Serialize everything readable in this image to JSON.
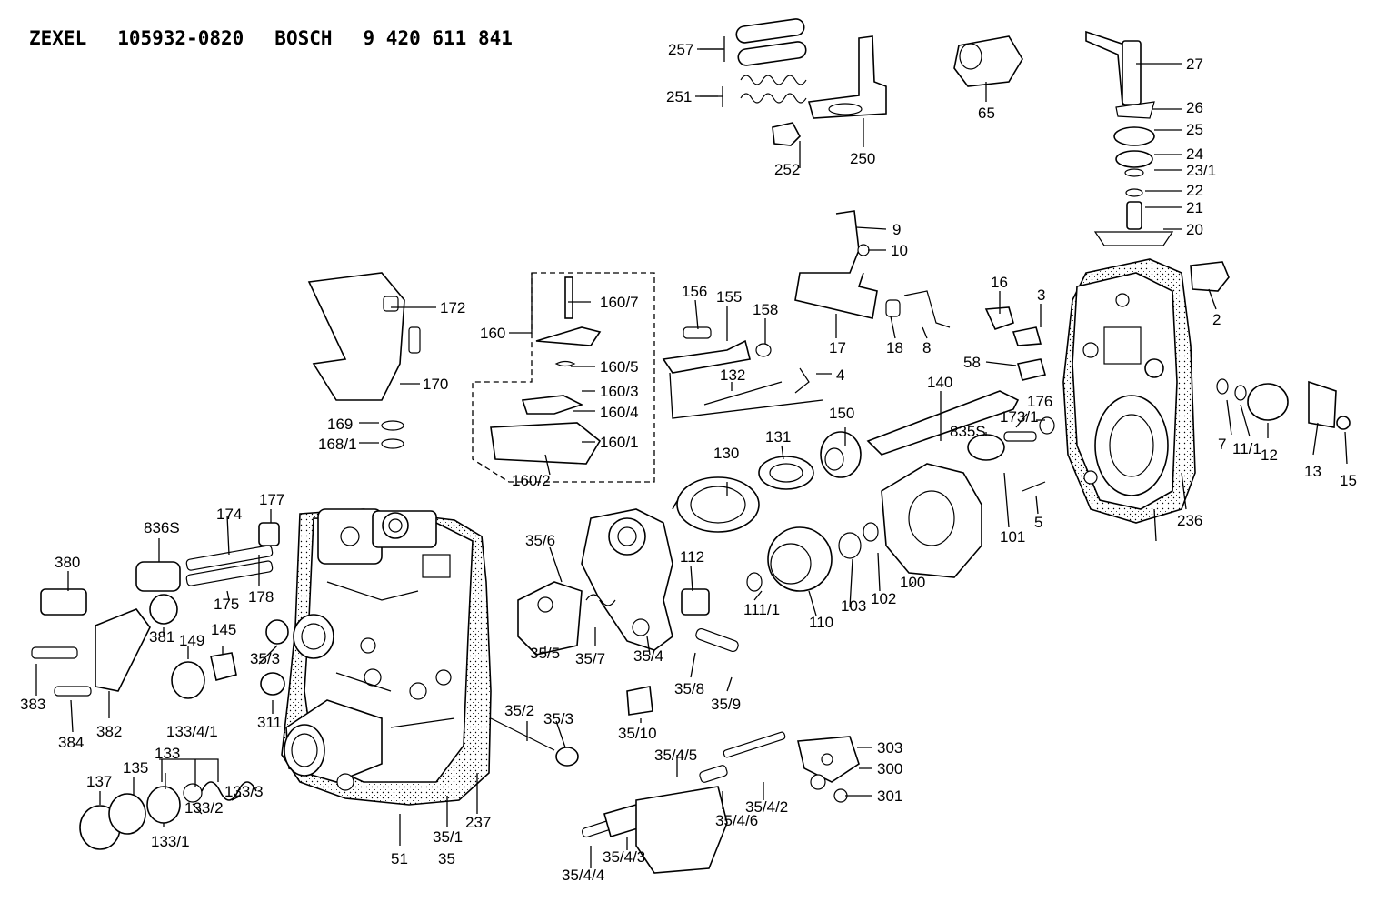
{
  "header": {
    "brand1": "ZEXEL",
    "number1": "105932-0820",
    "brand2": "BOSCH",
    "number2": "9 420 611 841"
  },
  "labels": [
    {
      "id": "l257",
      "text": "257"
    },
    {
      "id": "l251",
      "text": "251"
    },
    {
      "id": "l252",
      "text": "252"
    },
    {
      "id": "l250",
      "text": "250"
    },
    {
      "id": "l65",
      "text": "65"
    },
    {
      "id": "l27",
      "text": "27"
    },
    {
      "id": "l26",
      "text": "26"
    },
    {
      "id": "l25",
      "text": "25"
    },
    {
      "id": "l24",
      "text": "24"
    },
    {
      "id": "l23_1",
      "text": "23/1"
    },
    {
      "id": "l22",
      "text": "22"
    },
    {
      "id": "l21",
      "text": "21"
    },
    {
      "id": "l20",
      "text": "20"
    },
    {
      "id": "l9",
      "text": "9"
    },
    {
      "id": "l10",
      "text": "10"
    },
    {
      "id": "l2",
      "text": "2"
    },
    {
      "id": "l16",
      "text": "16"
    },
    {
      "id": "l3",
      "text": "3"
    },
    {
      "id": "l156",
      "text": "156"
    },
    {
      "id": "l155",
      "text": "155"
    },
    {
      "id": "l158",
      "text": "158"
    },
    {
      "id": "l17",
      "text": "17"
    },
    {
      "id": "l18",
      "text": "18"
    },
    {
      "id": "l8",
      "text": "8"
    },
    {
      "id": "l58",
      "text": "58"
    },
    {
      "id": "l172",
      "text": "172"
    },
    {
      "id": "l160",
      "text": "160"
    },
    {
      "id": "l160_7",
      "text": "160/7"
    },
    {
      "id": "l160_5",
      "text": "160/5"
    },
    {
      "id": "l160_3",
      "text": "160/3"
    },
    {
      "id": "l160_4",
      "text": "160/4"
    },
    {
      "id": "l160_1",
      "text": "160/1"
    },
    {
      "id": "l160_2",
      "text": "160/2"
    },
    {
      "id": "l4",
      "text": "4"
    },
    {
      "id": "l132",
      "text": "132"
    },
    {
      "id": "l140",
      "text": "140"
    },
    {
      "id": "l176",
      "text": "176"
    },
    {
      "id": "l173_1",
      "text": "173/1"
    },
    {
      "id": "l7",
      "text": "7"
    },
    {
      "id": "l11_1a",
      "text": "11/1"
    },
    {
      "id": "l12",
      "text": "12"
    },
    {
      "id": "l13",
      "text": "13"
    },
    {
      "id": "l15",
      "text": "15"
    },
    {
      "id": "l170",
      "text": "170"
    },
    {
      "id": "l169",
      "text": "169"
    },
    {
      "id": "l168_1",
      "text": "168/1"
    },
    {
      "id": "l150",
      "text": "150"
    },
    {
      "id": "l835s",
      "text": "835S"
    },
    {
      "id": "l101",
      "text": "101"
    },
    {
      "id": "l5",
      "text": "5"
    },
    {
      "id": "l236",
      "text": "236"
    },
    {
      "id": "l130",
      "text": "130"
    },
    {
      "id": "l131",
      "text": "131"
    },
    {
      "id": "l177",
      "text": "177"
    },
    {
      "id": "l174",
      "text": "174"
    },
    {
      "id": "l836s",
      "text": "836S"
    },
    {
      "id": "l380",
      "text": "380"
    },
    {
      "id": "l35_6",
      "text": "35/6"
    },
    {
      "id": "l112",
      "text": "112"
    },
    {
      "id": "l100",
      "text": "100"
    },
    {
      "id": "l102",
      "text": "102"
    },
    {
      "id": "l103",
      "text": "103"
    },
    {
      "id": "l110",
      "text": "110"
    },
    {
      "id": "l111_1b",
      "text": "111/1"
    },
    {
      "id": "l175",
      "text": "175"
    },
    {
      "id": "l178",
      "text": "178"
    },
    {
      "id": "l381",
      "text": "381"
    },
    {
      "id": "l149",
      "text": "149"
    },
    {
      "id": "l145",
      "text": "145"
    },
    {
      "id": "l35_3a",
      "text": "35/3"
    },
    {
      "id": "l35_5",
      "text": "35/5"
    },
    {
      "id": "l35_7",
      "text": "35/7"
    },
    {
      "id": "l35_4",
      "text": "35/4"
    },
    {
      "id": "l35_8",
      "text": "35/8"
    },
    {
      "id": "l35_9",
      "text": "35/9"
    },
    {
      "id": "l383",
      "text": "383"
    },
    {
      "id": "l384",
      "text": "384"
    },
    {
      "id": "l382",
      "text": "382"
    },
    {
      "id": "l311",
      "text": "311"
    },
    {
      "id": "l35_10",
      "text": "35/10"
    },
    {
      "id": "l35_2",
      "text": "35/2"
    },
    {
      "id": "l35_3b",
      "text": "35/3"
    },
    {
      "id": "l133_4_1",
      "text": "133/4/1"
    },
    {
      "id": "l133",
      "text": "133"
    },
    {
      "id": "l135",
      "text": "135"
    },
    {
      "id": "l137",
      "text": "137"
    },
    {
      "id": "l133_3",
      "text": "133/3"
    },
    {
      "id": "l133_2",
      "text": "133/2"
    },
    {
      "id": "l133_1",
      "text": "133/1"
    },
    {
      "id": "l237",
      "text": "237"
    },
    {
      "id": "l35_1",
      "text": "35/1"
    },
    {
      "id": "l35",
      "text": "35"
    },
    {
      "id": "l51",
      "text": "51"
    },
    {
      "id": "l303",
      "text": "303"
    },
    {
      "id": "l300",
      "text": "300"
    },
    {
      "id": "l301",
      "text": "301"
    },
    {
      "id": "l35_4_5",
      "text": "35/4/5"
    },
    {
      "id": "l35_4_2",
      "text": "35/4/2"
    },
    {
      "id": "l35_4_6",
      "text": "35/4/6"
    },
    {
      "id": "l35_4_3",
      "text": "35/4/3"
    },
    {
      "id": "l35_4_4",
      "text": "35/4/4"
    }
  ]
}
